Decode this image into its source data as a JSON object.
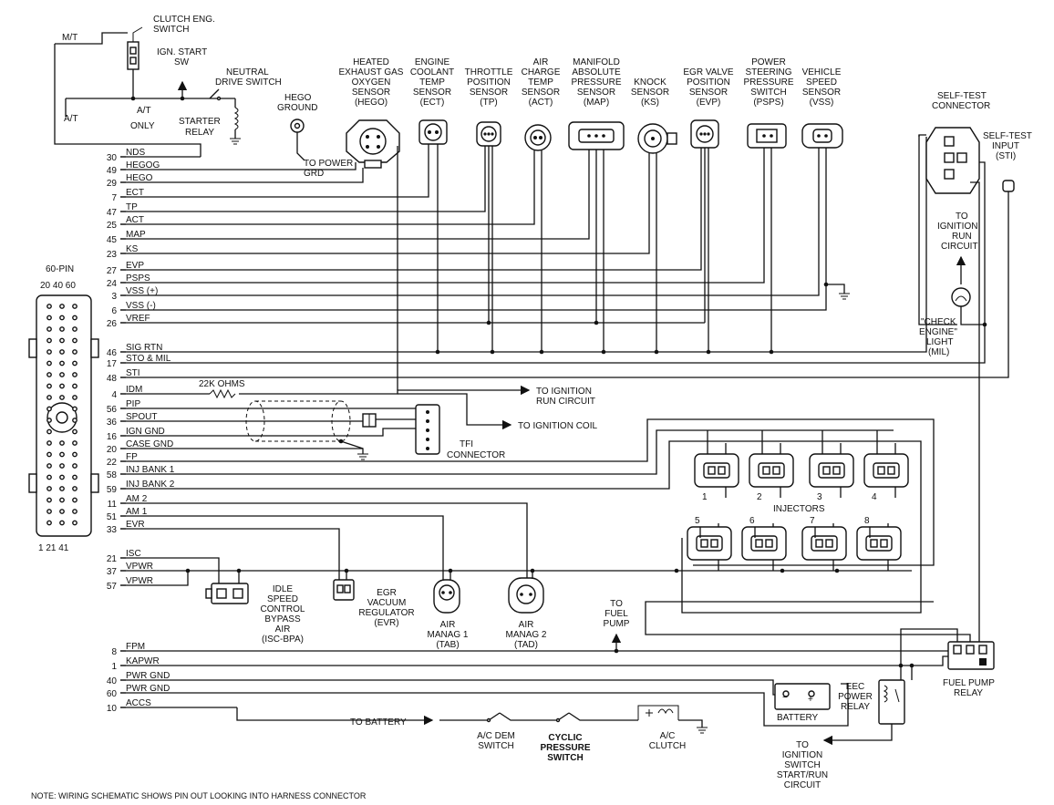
{
  "ecu": {
    "label": "60-PIN",
    "top_pins": "20 40 60",
    "bottom_pins": "1 21 41"
  },
  "pins": [
    {
      "num": "30",
      "name": "NDS"
    },
    {
      "num": "49",
      "name": "HEGOG"
    },
    {
      "num": "29",
      "name": "HEGO"
    },
    {
      "num": "7",
      "name": "ECT"
    },
    {
      "num": "47",
      "name": "TP"
    },
    {
      "num": "25",
      "name": "ACT"
    },
    {
      "num": "45",
      "name": "MAP"
    },
    {
      "num": "23",
      "name": "KS"
    },
    {
      "num": "27",
      "name": "EVP"
    },
    {
      "num": "24",
      "name": "PSPS"
    },
    {
      "num": "3",
      "name": "VSS (+)"
    },
    {
      "num": "6",
      "name": "VSS (-)"
    },
    {
      "num": "26",
      "name": "VREF"
    },
    {
      "num": "46",
      "name": "SIG RTN"
    },
    {
      "num": "17",
      "name": "STO & MIL"
    },
    {
      "num": "48",
      "name": "STI"
    },
    {
      "num": "4",
      "name": "IDM"
    },
    {
      "num": "56",
      "name": "PIP"
    },
    {
      "num": "36",
      "name": "SPOUT"
    },
    {
      "num": "16",
      "name": "IGN GND"
    },
    {
      "num": "20",
      "name": "CASE GND"
    },
    {
      "num": "22",
      "name": "FP"
    },
    {
      "num": "58",
      "name": "INJ BANK 1"
    },
    {
      "num": "59",
      "name": "INJ BANK 2"
    },
    {
      "num": "11",
      "name": "AM 2"
    },
    {
      "num": "51",
      "name": "AM 1"
    },
    {
      "num": "33",
      "name": "EVR"
    },
    {
      "num": "21",
      "name": "ISC"
    },
    {
      "num": "37",
      "name": "VPWR"
    },
    {
      "num": "57",
      "name": "VPWR"
    },
    {
      "num": "8",
      "name": "FPM"
    },
    {
      "num": "1",
      "name": "KAPWR"
    },
    {
      "num": "40",
      "name": "PWR GND"
    },
    {
      "num": "60",
      "name": "PWR GND"
    },
    {
      "num": "10",
      "name": "ACCS"
    }
  ],
  "switches": {
    "mt": "M/T",
    "at": "A/T",
    "clutch_line1": "CLUTCH ENG.",
    "clutch_line2": "SWITCH",
    "ign_line1": "IGN. START",
    "ign_line2": "SW",
    "neutral_line1": "NEUTRAL",
    "neutral_line2": "DRIVE SWITCH",
    "at_only_line1": "A/T",
    "at_only_line2": "ONLY",
    "starter_line1": "STARTER",
    "starter_line2": "RELAY"
  },
  "hego_ground": {
    "line1": "HEGO",
    "line2": "GROUND"
  },
  "to_power_grd": {
    "line1": "TO POWER",
    "line2": "GRD"
  },
  "sensors": [
    {
      "l1": "HEATED",
      "l2": "EXHAUST GAS",
      "l3": "OXYGEN",
      "l4": "SENSOR",
      "l5": "(HEGO)"
    },
    {
      "l1": "ENGINE",
      "l2": "COOLANT",
      "l3": "TEMP",
      "l4": "SENSOR",
      "l5": "(ECT)"
    },
    {
      "l1": "THROTTLE",
      "l2": "POSITION",
      "l3": "SENSOR",
      "l4": "(TP)",
      "l5": ""
    },
    {
      "l1": "AIR",
      "l2": "CHARGE",
      "l3": "TEMP",
      "l4": "SENSOR",
      "l5": "(ACT)"
    },
    {
      "l1": "MANIFOLD",
      "l2": "ABSOLUTE",
      "l3": "PRESSURE",
      "l4": "SENSOR",
      "l5": "(MAP)"
    },
    {
      "l1": "KNOCK",
      "l2": "SENSOR",
      "l3": "(KS)",
      "l4": "",
      "l5": ""
    },
    {
      "l1": "EGR VALVE",
      "l2": "POSITION",
      "l3": "SENSOR",
      "l4": "(EVP)",
      "l5": ""
    },
    {
      "l1": "POWER",
      "l2": "STEERING",
      "l3": "PRESSURE",
      "l4": "SWITCH",
      "l5": "(PSPS)"
    },
    {
      "l1": "VEHICLE",
      "l2": "SPEED",
      "l3": "SENSOR",
      "l4": "(VSS)",
      "l5": ""
    }
  ],
  "self_test": {
    "connector_line1": "SELF-TEST",
    "connector_line2": "CONNECTOR",
    "input_line1": "SELF-TEST",
    "input_line2": "INPUT",
    "input_line3": "(STI)"
  },
  "to_ignition_run": {
    "line1": "TO",
    "line2": "IGNITION",
    "line3": "RUN",
    "line4": "CIRCUIT"
  },
  "mil": {
    "line1": "\"CHECK",
    "line2": "ENGINE\"",
    "line3": "LIGHT",
    "line4": "(MIL)"
  },
  "resistor": "22K OHMS",
  "idm_dest": {
    "line1": "TO IGNITION",
    "line2": "RUN CIRCUIT"
  },
  "coil_dest": "TO IGNITION COIL",
  "tfi": "TFI",
  "tfi_connector": "CONNECTOR",
  "injectors": {
    "title": "INJECTORS",
    "numbers": [
      "1",
      "2",
      "3",
      "4",
      "5",
      "6",
      "7",
      "8"
    ]
  },
  "isc": {
    "l1": "IDLE",
    "l2": "SPEED",
    "l3": "CONTROL",
    "l4": "BYPASS",
    "l5": "AIR",
    "l6": "(ISC-BPA)"
  },
  "evr": {
    "l1": "EGR",
    "l2": "VACUUM",
    "l3": "REGULATOR",
    "l4": "(EVR)"
  },
  "air1": {
    "l1": "AIR",
    "l2": "MANAG 1",
    "l3": "(TAB)"
  },
  "air2": {
    "l1": "AIR",
    "l2": "MANAG 2",
    "l3": "(TAD)"
  },
  "to_fuel_pump": {
    "l1": "TO",
    "l2": "FUEL",
    "l3": "PUMP"
  },
  "fuel_pump_relay": {
    "l1": "FUEL PUMP",
    "l2": "RELAY"
  },
  "battery": "BATTERY",
  "eec_relay": {
    "l1": "EEC",
    "l2": "POWER",
    "l3": "RELAY"
  },
  "to_ign_start": {
    "l1": "TO",
    "l2": "IGNITION",
    "l3": "SWITCH",
    "l4": "START/RUN",
    "l5": "CIRCUIT"
  },
  "to_battery": "TO BATTERY",
  "ac_dem": {
    "l1": "A/C DEM",
    "l2": "SWITCH"
  },
  "cyclic": {
    "l1": "CYCLIC",
    "l2": "PRESSURE",
    "l3": "SWITCH"
  },
  "ac_clutch": {
    "l1": "A/C",
    "l2": "CLUTCH"
  },
  "note": "NOTE: WIRING SCHEMATIC SHOWS PIN OUT LOOKING INTO HARNESS CONNECTOR"
}
